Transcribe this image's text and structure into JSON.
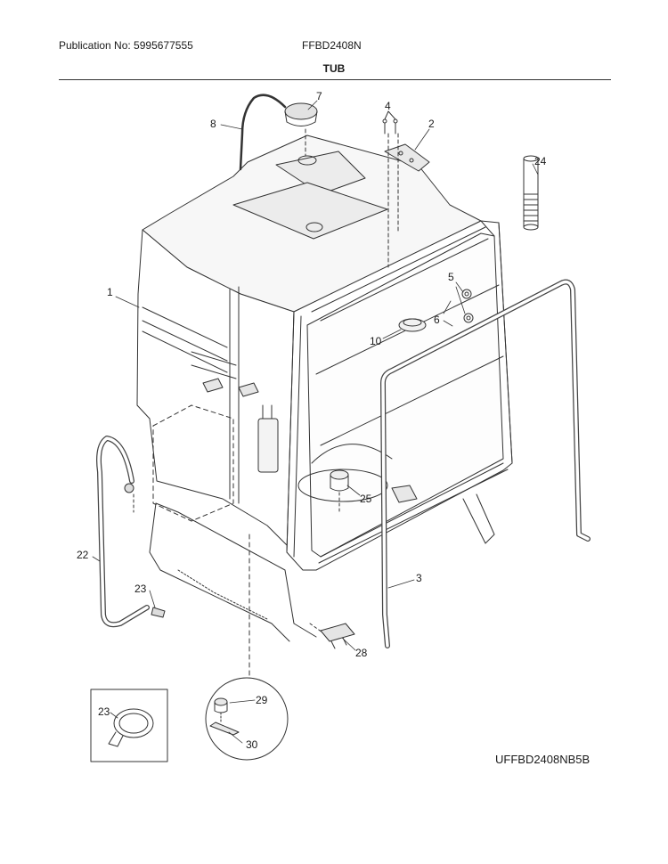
{
  "header": {
    "publication": "Publication No: 5995677555",
    "model": "FFBD2408N",
    "section_title": "TUB"
  },
  "callouts": {
    "c1": "1",
    "c2": "2",
    "c3": "3",
    "c4": "4",
    "c5": "5",
    "c6": "6",
    "c7": "7",
    "c8": "8",
    "c10": "10",
    "c22": "22",
    "c23": "23",
    "c24": "24",
    "c25": "25",
    "c28": "28",
    "c23_detail": "23",
    "c29": "29",
    "c30": "30"
  },
  "drawing_code": "UFFBD2408NB5B"
}
